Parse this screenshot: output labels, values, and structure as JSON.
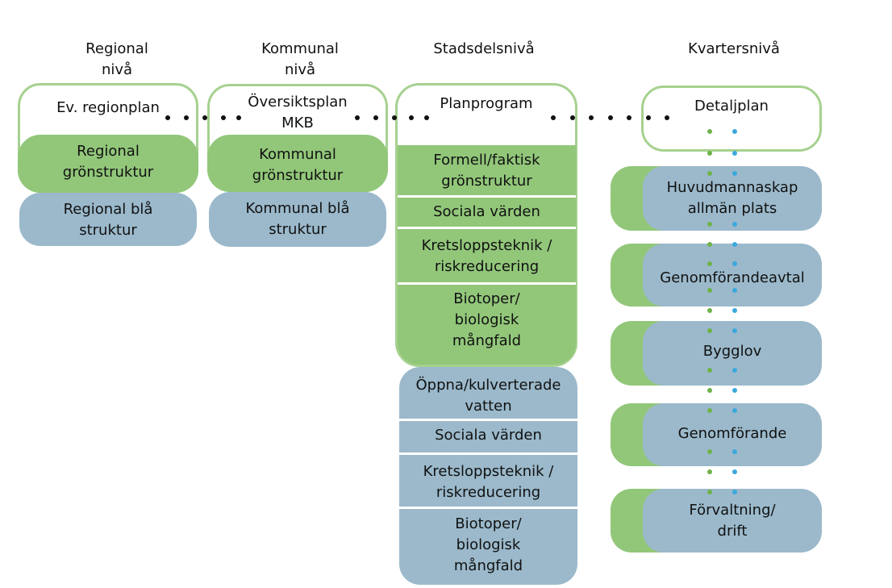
{
  "headers": {
    "regional": "Regional\nnivå",
    "kommunal": "Kommunal\nnivå",
    "stadsdel": "Stadsdelsnivå",
    "kvarter": "Kvartersnivå"
  },
  "regional": {
    "plan": "Ev. regionplan",
    "green": "Regional\ngrönstruktur",
    "blue": "Regional blå\nstruktur"
  },
  "kommunal": {
    "plan": "Översiktsplan\nMKB",
    "green": "Kommunal\ngrönstruktur",
    "blue": "Kommunal blå\nstruktur"
  },
  "stadsdel": {
    "plan": "Planprogram",
    "green_items": [
      "Formell/faktisk\ngrönstruktur",
      "Sociala värden",
      "Kretsloppsteknik /\nriskreducering",
      "Biotoper/\nbiologisk\nmångfald"
    ],
    "blue_items": [
      "Öppna/kulverterade\nvatten",
      "Sociala värden",
      "Kretsloppsteknik /\nriskreducering",
      "Biotoper/\nbiologisk\nmångfald"
    ]
  },
  "kvarter": {
    "plan": "Detaljplan",
    "steps": [
      "Huvudmannaskap\nallmän plats",
      "Genomförandeavtal",
      "Bygglov",
      "Genomförande",
      "Förvaltning/\ndrift"
    ]
  },
  "colors": {
    "green": "#92c77a",
    "blue": "#9bb9cb",
    "outline": "#a6d18f",
    "dot_green": "#6fb24a",
    "dot_blue": "#3ca8dc"
  }
}
